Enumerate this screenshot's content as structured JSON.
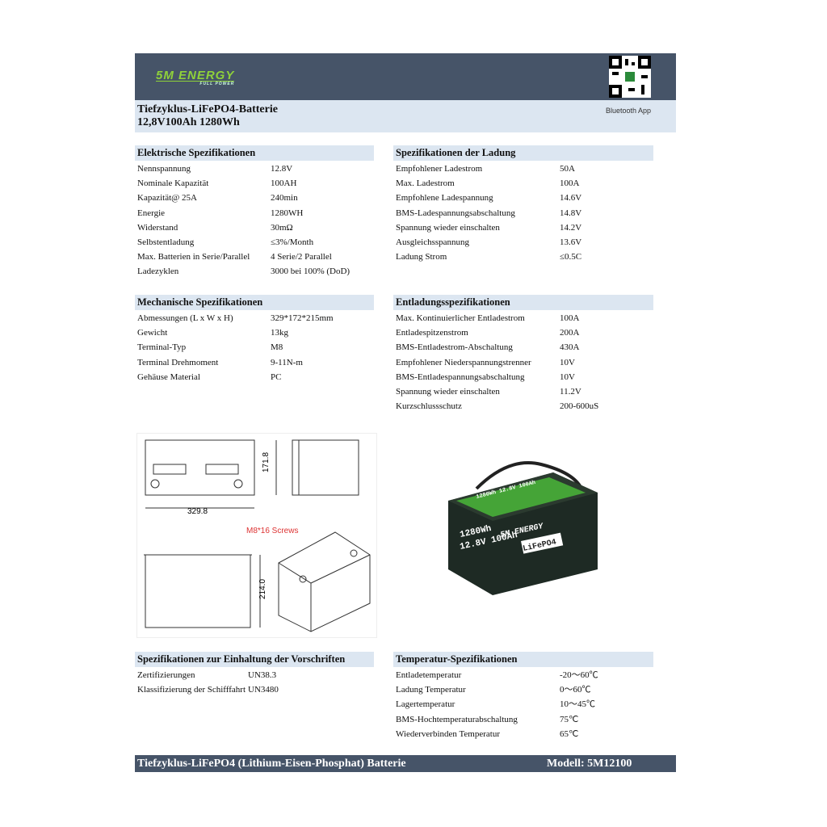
{
  "header": {
    "logo_text": "5M ENERGY",
    "logo_sub": "FULL POWER",
    "bluetooth_label": "Bluetooth App",
    "title_line1": "Tiefzyklus-LiFePO4-Batterie",
    "title_line2": "12,8V100Ah 1280Wh"
  },
  "electrical": {
    "title": "Elektrische Spezifikationen",
    "rows": [
      [
        "Nennspannung",
        "12.8V"
      ],
      [
        "Nominale Kapazität",
        "100AH"
      ],
      [
        "Kapazität@ 25A",
        "240min"
      ],
      [
        "Energie",
        "1280WH"
      ],
      [
        "Widerstand",
        "30mΩ"
      ],
      [
        "Selbstentladung",
        "≤3%/Month"
      ],
      [
        "Max. Batterien in Serie/Parallel",
        "4 Serie/2 Parallel"
      ],
      [
        "Ladezyklen",
        "3000 bei 100% (DoD)"
      ]
    ]
  },
  "charge": {
    "title": "Spezifikationen der Ladung",
    "rows": [
      [
        "Empfohlener Ladestrom",
        "50A"
      ],
      [
        "Max. Ladestrom",
        "100A"
      ],
      [
        "Empfohlene Ladespannung",
        "14.6V"
      ],
      [
        "BMS-Ladespannungsabschaltung",
        "14.8V"
      ],
      [
        "Spannung wieder einschalten",
        "14.2V"
      ],
      [
        "Ausgleichsspannung",
        "13.6V"
      ],
      [
        "Ladung Strom",
        "≤0.5C"
      ]
    ]
  },
  "mechanical": {
    "title": "Mechanische Spezifikationen",
    "rows": [
      [
        "Abmessungen  (L x W x H)",
        "329*172*215mm"
      ],
      [
        "Gewicht",
        "13kg"
      ],
      [
        "Terminal-Typ",
        "M8"
      ],
      [
        "Terminal Drehmoment",
        "9-11N-m"
      ],
      [
        "Gehäuse Material",
        "PC"
      ]
    ]
  },
  "discharge": {
    "title": "Entladungsspezifikationen",
    "rows": [
      [
        "Max. Kontinuierlicher Entladestrom",
        "100A"
      ],
      [
        "Entladespitzenstrom",
        "200A"
      ],
      [
        "BMS-Entladestrom-Abschaltung",
        "430A"
      ],
      [
        "Empfohlener Niederspannungstrenner",
        "10V"
      ],
      [
        "BMS-Entladespannungsabschaltung",
        "10V"
      ],
      [
        "Spannung wieder einschalten",
        "11.2V"
      ],
      [
        "Kurzschlussschutz",
        "200-600uS"
      ]
    ]
  },
  "drawing": {
    "length": "329.8",
    "width": "171.8",
    "height": "214.0",
    "screws": "M8*16 Screws"
  },
  "battery_photo": {
    "line1": "1280Wh",
    "line2": "12.8V  100Ah",
    "brand": "5M ENERGY",
    "chem": "LiFePO4",
    "top": "1280Wh 12.8V 100Ah"
  },
  "compliance": {
    "title": "Spezifikationen zur Einhaltung der Vorschriften",
    "rows": [
      [
        "Zertifizierungen",
        "UN38.3"
      ],
      [
        "Klassifizierung der Schifffahrt",
        "UN3480"
      ]
    ]
  },
  "temperature": {
    "title": "Temperatur-Spezifikationen",
    "rows": [
      [
        "Entladetemperatur",
        "-20～60℃"
      ],
      [
        "Ladung Temperatur",
        "0～60℃"
      ],
      [
        "Lagertemperatur",
        "10～45℃"
      ],
      [
        "BMS-Hochtemperaturabschaltung",
        "75℃"
      ],
      [
        "Wiederverbinden Temperatur",
        "65℃"
      ]
    ]
  },
  "footer": {
    "left": "Tiefzyklus-LiFePO4 (Lithium-Eisen-Phosphat) Batterie",
    "right": "Modell: 5M12100"
  }
}
